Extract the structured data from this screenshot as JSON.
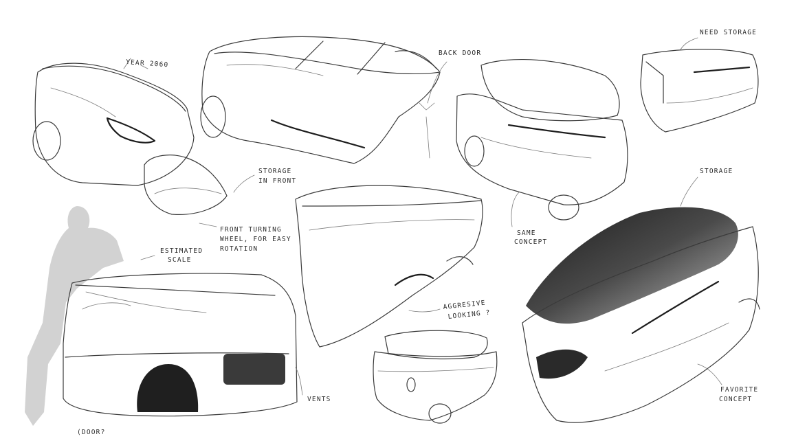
{
  "sheet": {
    "background": "#ffffff",
    "ink": "#2a2a2a",
    "shade": "#bfc3c8",
    "accent_blue": "#c9d6e6"
  },
  "annotations": {
    "year": "YEAR 2060",
    "back_door": "BACK DOOR",
    "need_storage": "NEED STORAGE",
    "storage_front_1": "STORAGE",
    "storage_front_2": "IN FRONT",
    "front_turning_1": "FRONT TURNING",
    "front_turning_2": "WHEEL, FOR EASY",
    "front_turning_3": "ROTATION",
    "estimated_1": "ESTIMATED",
    "estimated_2": "SCALE",
    "same_concept_1": "SAME",
    "same_concept_2": "CONCEPT",
    "storage_right": "STORAGE",
    "aggressive_1": "AGGRESIVE",
    "aggressive_2": "LOOKING ?",
    "vents": "VENTS",
    "door": "(DOOR?",
    "favorite_1": "FAVORITE",
    "favorite_2": "CONCEPT"
  }
}
